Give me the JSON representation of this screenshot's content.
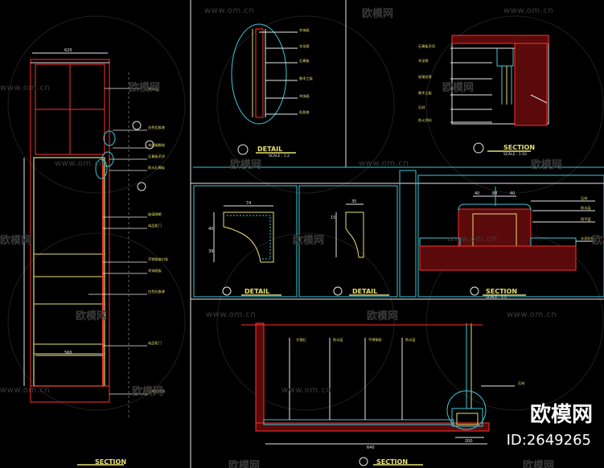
{
  "watermark": {
    "url": "www.om.cn",
    "logo": "欧模网",
    "id_text": "ID:2649265"
  },
  "titles": {
    "section_left": "SECTION",
    "section_top_right": "SECTION",
    "section_mid_right": "SECTION",
    "section_bottom": "SECTION",
    "detail_oval": "DETAIL",
    "detail_1": "DETAIL",
    "detail_2": "DETAIL",
    "scale_1_10": "SCALE : 1:10",
    "scale_1_2": "SCALE : 1:2",
    "scale_1_5": "SCALE : 1:5"
  },
  "left_section": {
    "dim_top": "620",
    "dim_mid": "560",
    "labels": [
      "木饰面",
      "白色乳胶漆",
      "木质踢脚线",
      "石膏板吊顶",
      "防水石膏板",
      "玻璃隔断",
      "成品柜门",
      "不锈钢收口条",
      "木饰面板",
      "白色乳胶漆",
      "成品柜门",
      "实木踢脚线"
    ]
  },
  "oval_detail": {
    "labels": [
      "木饰面",
      "木龙骨",
      "石膏板",
      "细木工板",
      "木饰面",
      "乳胶漆"
    ]
  },
  "top_right": {
    "labels": [
      "石膏板吊顶",
      "木龙骨",
      "轻钢龙骨",
      "细木工板",
      "石材",
      "防火涂料"
    ]
  },
  "profile_1": {
    "dims": [
      "74",
      "40",
      "39"
    ]
  },
  "profile_2": {
    "dims": [
      "35",
      "15"
    ]
  },
  "mid_right": {
    "dims": [
      "40",
      "88",
      "40"
    ],
    "labels": [
      "石材",
      "防水层",
      "找平层",
      "水泥砂浆"
    ]
  },
  "bottom": {
    "dim_bottom": "640",
    "dim_right": "200",
    "labels": [
      "大理石",
      "防水层",
      "不锈钢条",
      "防水层",
      "石材"
    ]
  }
}
